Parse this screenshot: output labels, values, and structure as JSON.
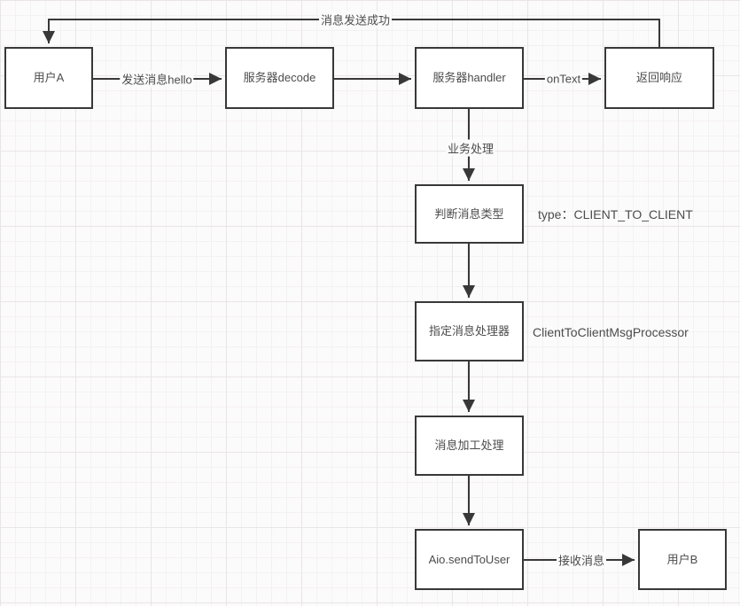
{
  "canvas": {
    "background": "#fcfbfb",
    "grid_minor_color": "#f4f1f1",
    "grid_major_color": "#e9e5e5",
    "line_color": "#383838",
    "node_border_color": "#383838",
    "node_fill": "#ffffff",
    "text_color": "#4c4c4c"
  },
  "nodes": {
    "user_a": {
      "label": "用户A"
    },
    "server_decode": {
      "label": "服务器decode"
    },
    "server_handler": {
      "label": "服务器handler"
    },
    "return_response": {
      "label": "返回响应"
    },
    "judge_msg_type": {
      "label": "判断消息类型"
    },
    "assign_processor": {
      "label": "指定消息处理器"
    },
    "msg_process": {
      "label": "消息加工处理"
    },
    "aio_send_to_user": {
      "label": "Aio.sendToUser"
    },
    "user_b": {
      "label": "用户B"
    }
  },
  "edge_labels": {
    "send_hello": "发送消息hello",
    "on_text": "onText",
    "send_success": "消息发送成功",
    "business_process": "业务处理",
    "receive_msg": "接收消息"
  },
  "annotations": {
    "msg_type": "type：CLIENT_TO_CLIENT",
    "processor_class": "ClientToClientMsgProcessor"
  }
}
